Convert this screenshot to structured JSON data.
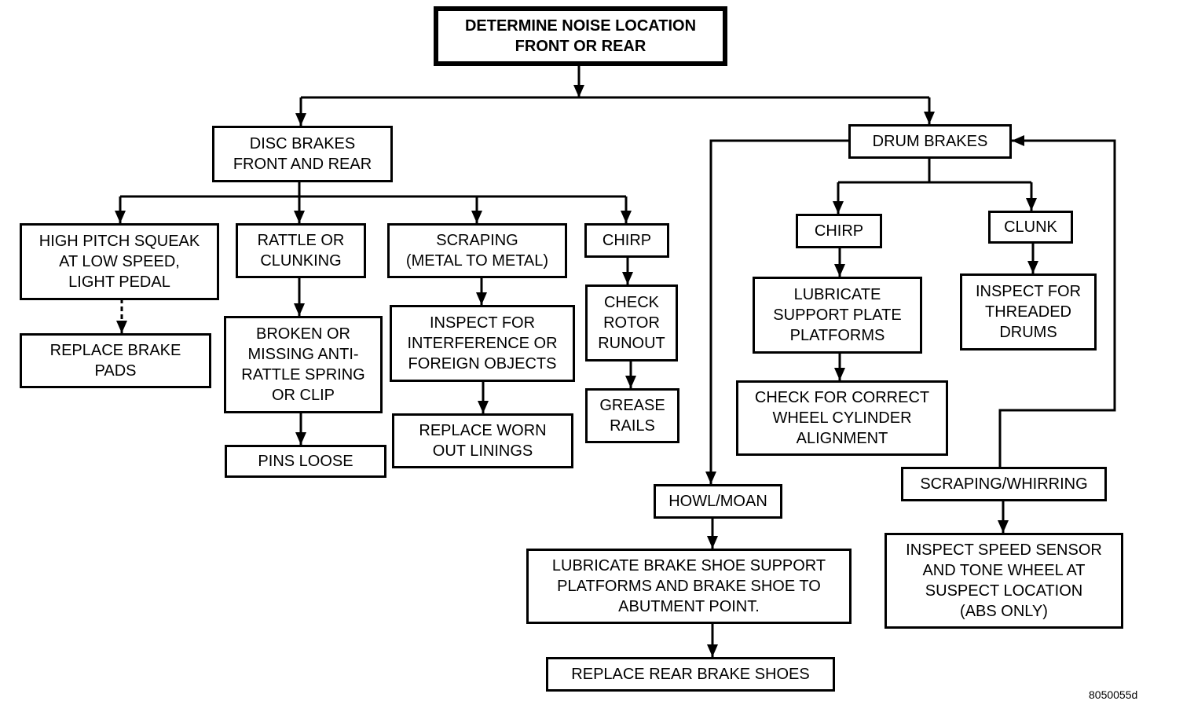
{
  "nodes": {
    "root": "DETERMINE NOISE LOCATION\nFRONT OR REAR",
    "disc": "DISC BRAKES\nFRONT AND REAR",
    "drum": "DRUM BRAKES",
    "squeak": "HIGH PITCH SQUEAK\nAT LOW SPEED,\nLIGHT PEDAL",
    "pads": "REPLACE BRAKE\nPADS",
    "rattle": "RATTLE OR\nCLUNKING",
    "antirattle": "BROKEN OR\nMISSING ANTI-\nRATTLE SPRING\nOR CLIP",
    "pins": "PINS LOOSE",
    "scraping": "SCRAPING\n(METAL TO METAL)",
    "interference": "INSPECT FOR\nINTERFERENCE OR\nFOREIGN OBJECTS",
    "linings": "REPLACE WORN\nOUT LININGS",
    "chirp_disc": "CHIRP",
    "runout": "CHECK\nROTOR\nRUNOUT",
    "grease": "GREASE\nRAILS",
    "chirp_drum": "CHIRP",
    "lubricate_plate": "LUBRICATE\nSUPPORT PLATE\nPLATFORMS",
    "wheel_cyl": "CHECK FOR CORRECT\nWHEEL CYLINDER\nALIGNMENT",
    "clunk": "CLUNK",
    "threaded": "INSPECT FOR\nTHREADED\nDRUMS",
    "howl": "HOWL/MOAN",
    "lubricate_shoe": "LUBRICATE BRAKE SHOE SUPPORT\nPLATFORMS AND BRAKE SHOE TO\nABUTMENT POINT.",
    "shoes": "REPLACE REAR BRAKE SHOES",
    "scraping_whirring": "SCRAPING/WHIRRING",
    "speed_sensor": "INSPECT SPEED SENSOR\nAND TONE WHEEL AT\nSUSPECT LOCATION\n(ABS ONLY)"
  },
  "figure_id": "8050055d"
}
